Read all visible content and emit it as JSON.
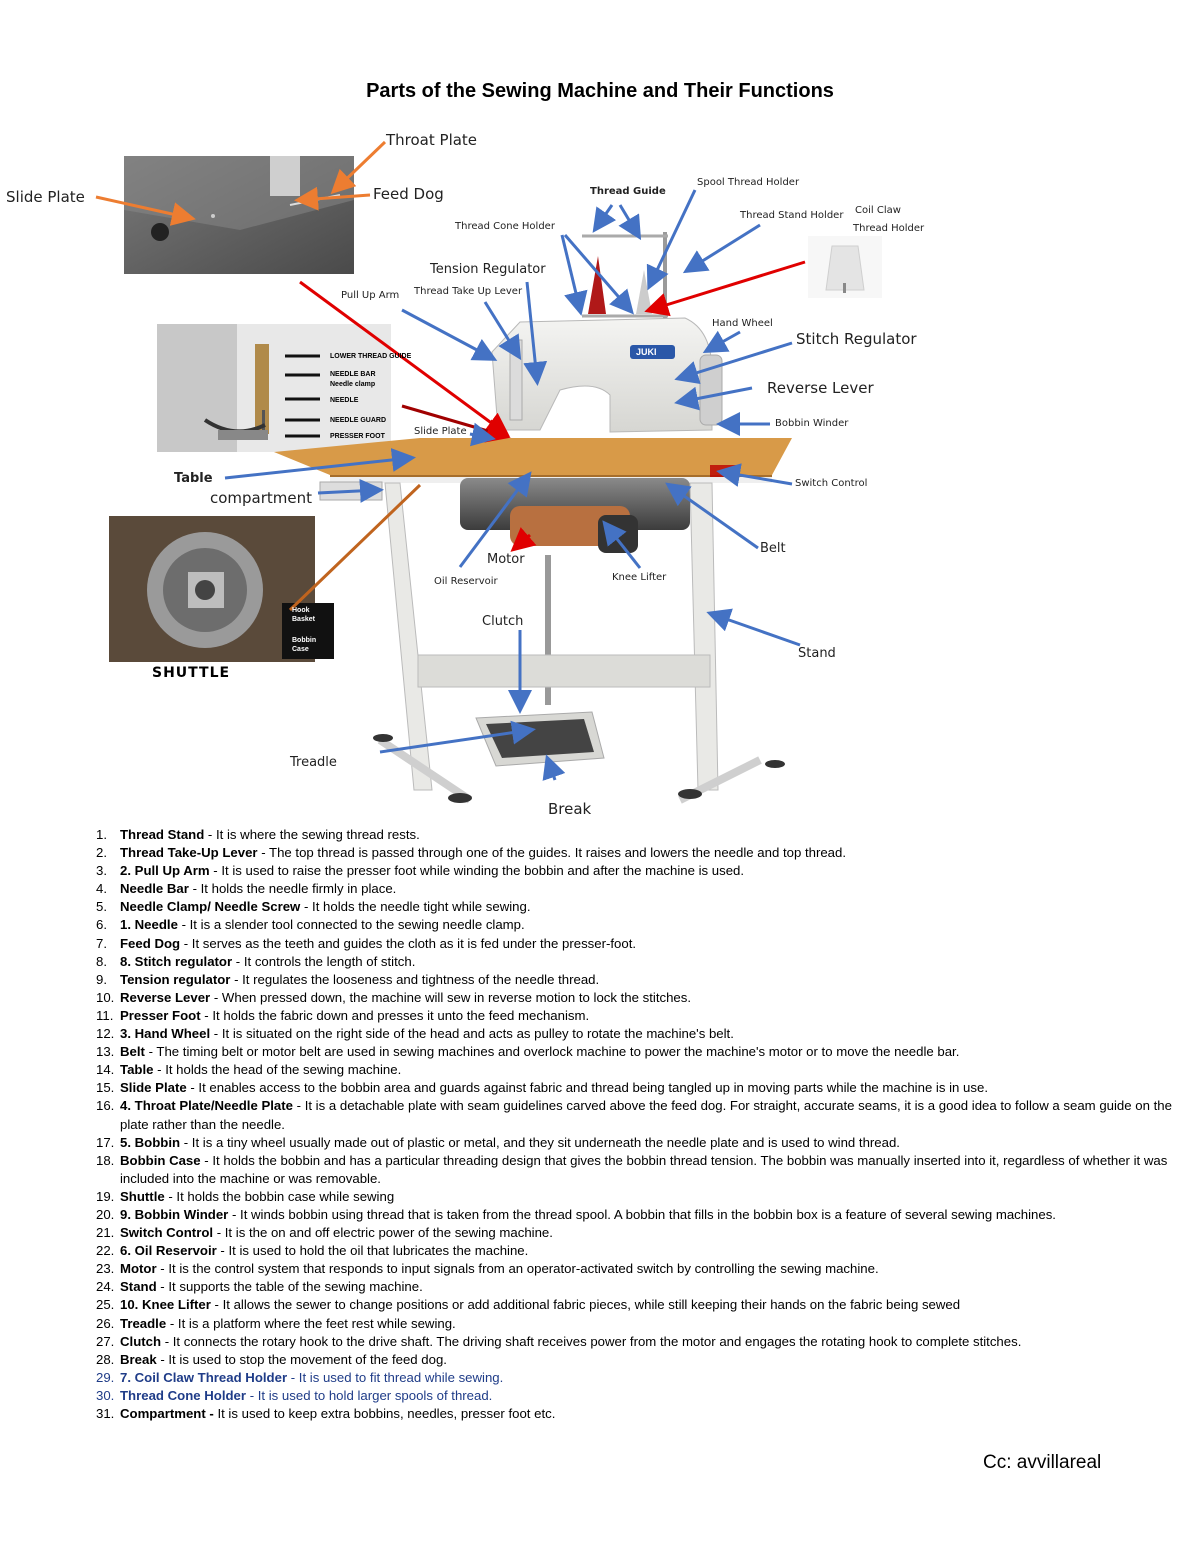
{
  "title": "Parts of the Sewing Machine and Their Functions",
  "labels": {
    "throat_plate": "Throat Plate",
    "feed_dog": "Feed Dog",
    "slide_plate_left": "Slide Plate",
    "thread_guide": "Thread Guide",
    "spool_thread_holder": "Spool Thread Holder",
    "thread_stand_holder": "Thread Stand Holder",
    "coil_claw": "Coil Claw",
    "thread_holder": "Thread Holder",
    "thread_cone_holder": "Thread Cone Holder",
    "tension_regulator": "Tension Regulator",
    "pull_up_arm": "Pull Up Arm",
    "thread_take_up_lever": "Thread Take Up Lever",
    "hand_wheel": "Hand Wheel",
    "stitch_regulator": "Stitch Regulator",
    "reverse_lever": "Reverse Lever",
    "bobbin_winder": "Bobbin Winder",
    "slide_plate": "Slide Plate",
    "table": "Table",
    "compartment": "compartment",
    "switch_control": "Switch Control",
    "belt": "Belt",
    "motor": "Motor",
    "oil_reservoir": "Oil Reservoir",
    "knee_lifter": "Knee Lifter",
    "clutch": "Clutch",
    "stand": "Stand",
    "shuttle": "SHUTTLE",
    "treadle": "Treadle",
    "break": "Break"
  },
  "inset_tags": [
    "LOWER THREAD GUIDE",
    "NEEDLE BAR",
    "Needle clamp",
    "NEEDLE",
    "NEEDLE GUARD",
    "PRESSER FOOT"
  ],
  "shuttle_tags": [
    "Hook Basket",
    "Bobbin Case"
  ],
  "brand": "JUKI",
  "items": [
    {
      "num": "1.",
      "term": "Thread Stand",
      "desc": " - It is where the sewing thread rests."
    },
    {
      "num": "2.",
      "term": "Thread Take-Up Lever",
      "desc": " - The top thread is passed through one of the guides. It raises and lowers the needle and top thread."
    },
    {
      "num": "3.",
      "term": " 2. Pull Up Arm",
      "desc": " - It is used to raise the presser foot while winding the bobbin and after the machine is used."
    },
    {
      "num": "4.",
      "term": "Needle Bar",
      "desc": " - It holds the needle firmly in place."
    },
    {
      "num": "5.",
      "term": " Needle Clamp/ Needle Screw",
      "desc": " - It holds the needle tight while sewing."
    },
    {
      "num": "6.",
      "term": " 1. Needle",
      "desc": " - It is a slender tool connected to the sewing needle clamp."
    },
    {
      "num": "7.",
      "term": "Feed Dog",
      "desc": " - It serves as the teeth and guides the cloth as it is fed under the presser-foot."
    },
    {
      "num": "8.",
      "term": "8. Stitch regulator",
      "desc": " - It controls the length of stitch."
    },
    {
      "num": "9.",
      "term": "Tension regulator",
      "desc": " - It regulates the looseness and tightness of the needle thread."
    },
    {
      "num": "10.",
      "term": "Reverse Lever",
      "desc": " - When pressed down, the machine will sew in reverse motion to lock the stitches."
    },
    {
      "num": "11.",
      "term": "Presser Foot",
      "desc": " - It holds the fabric down and presses it unto the feed mechanism."
    },
    {
      "num": "12.",
      "term": "3. Hand Wheel",
      "desc": " - It is situated on the right side of the head and acts as pulley to rotate the machine's belt."
    },
    {
      "num": "13.",
      "term": "Belt",
      "desc": " - The timing belt or motor belt are used in sewing machines and overlock machine to power the machine's motor or to move the needle bar."
    },
    {
      "num": "14.",
      "term": "Table",
      "desc": " - It holds the head of the sewing machine."
    },
    {
      "num": "15.",
      "term": "Slide Plate",
      "desc": " - It enables access to the bobbin area and guards against fabric and thread being tangled up in moving parts while the machine is in use."
    },
    {
      "num": "16.",
      "term": " 4. Throat Plate/Needle Plate",
      "desc": " - It is a detachable plate with seam guidelines carved above the feed dog. For straight, accurate seams, it is a good idea to follow a seam guide on the plate rather than the needle."
    },
    {
      "num": "17.",
      "term": "5. Bobbin",
      "desc": " - It is a tiny wheel usually made out of plastic or metal, and they sit underneath the needle plate and is used to wind thread."
    },
    {
      "num": "18.",
      "term": "Bobbin Case",
      "desc": " - It holds the bobbin and has a particular threading design that gives the bobbin thread tension. The bobbin was manually inserted into it, regardless of whether it was included into the machine or was removable."
    },
    {
      "num": "19.",
      "term": "Shuttle",
      "desc": " - It holds the bobbin case while sewing"
    },
    {
      "num": "20.",
      "term": " 9. Bobbin Winder",
      "desc": " - It winds bobbin using thread that is taken from the thread spool. A bobbin that fills in the bobbin box is a feature of several sewing machines."
    },
    {
      "num": "21.",
      "term": "Switch Control",
      "desc": " - It is the on and off electric power of the sewing machine."
    },
    {
      "num": "22.",
      "term": "6. Oil Reservoir",
      "desc": " - It is used to hold the oil that lubricates the machine."
    },
    {
      "num": "23.",
      "term": " Motor",
      "desc": " - It is the control system that responds to input signals from an operator-activated switch by controlling the sewing machine."
    },
    {
      "num": "24.",
      "term": "Stand",
      "desc": " - It supports the table of the sewing machine."
    },
    {
      "num": "25.",
      "term": "10. Knee Lifter",
      "desc": " - It allows the sewer to change positions or add additional fabric pieces, while still keeping their hands on the fabric being sewed"
    },
    {
      "num": "26.",
      "term": "Treadle",
      "desc": " - It is a platform where the feet rest while sewing."
    },
    {
      "num": "27.",
      "term": "Clutch",
      "desc": " - It connects the rotary hook to the drive shaft. The driving shaft receives power from the motor and engages the rotating hook to complete stitches."
    },
    {
      "num": "28.",
      "term": "Break",
      "desc": " - It is used to stop the movement of the feed dog."
    },
    {
      "num": "29.",
      "term": " 7. Coil Claw Thread Holder",
      "desc": " - It is used to fit thread while sewing."
    },
    {
      "num": "30.",
      "term": " Thread Cone Holder",
      "desc": " - It is used to hold larger spools of thread."
    },
    {
      "num": "31.",
      "term": " Compartment -",
      "desc": " It is used to keep extra bobbins, needles, presser foot etc."
    }
  ],
  "credit": "Cc: avvillareal",
  "colors": {
    "arrow_blue": "#4472c4",
    "arrow_orange": "#ed7d31",
    "arrow_red": "#e00000",
    "table_wood": "#d89a48"
  }
}
